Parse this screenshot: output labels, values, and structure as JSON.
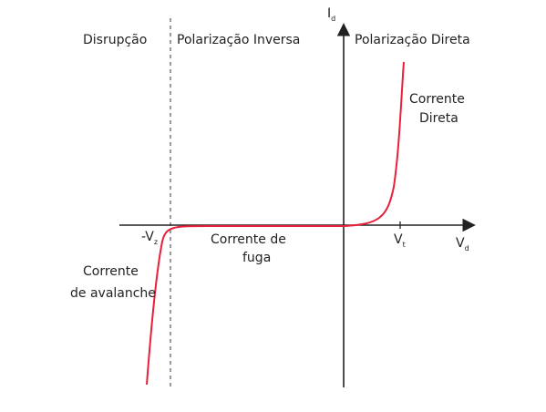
{
  "regions": {
    "breakdown": "Disrupção",
    "reverse": "Polarização Inversa",
    "forward": "Polarização Direta"
  },
  "axes": {
    "y_label": "I",
    "y_subscript": "d",
    "x_label": "V",
    "x_subscript": "d"
  },
  "markers": {
    "breakdown_voltage": "-V",
    "breakdown_subscript": "z",
    "threshold_voltage": "V",
    "threshold_subscript": "t"
  },
  "annotations": {
    "forward_current_line1": "Corrente",
    "forward_current_line2": "Direta",
    "leakage_line1": "Corrente de",
    "leakage_line2": "fuga",
    "avalanche_line1": "Corrente",
    "avalanche_line2": "de avalanche"
  },
  "colors": {
    "curve": "#e8203a",
    "axes": "#222222",
    "dashed_line": "#555555"
  }
}
